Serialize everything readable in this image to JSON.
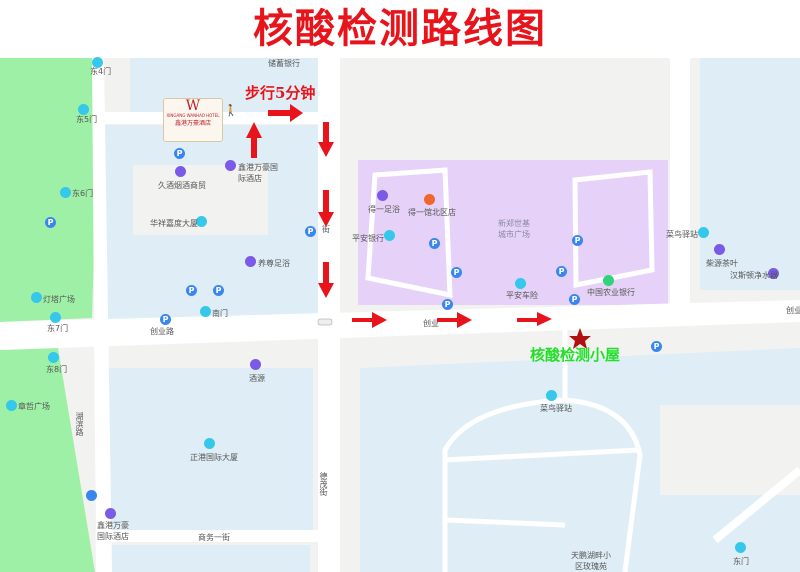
{
  "title": "核酸检测路线图",
  "walk_label": "步行5分钟",
  "destination_label": "核酸检测小屋",
  "hotel_card": {
    "logo": "W",
    "en": "XINGANG WANHAO HOTEL",
    "cn": "鑫港万豪酒店"
  },
  "colors": {
    "title": "#e8141b",
    "arrow": "#e8141b",
    "destination": "#22e02a",
    "star": "#b01010",
    "plaza": "#e6d2f8",
    "park": "#9ef0a6",
    "block": "#dfeef6"
  },
  "roads": {
    "chuangye": "创业路",
    "chuangye_mid": "创业",
    "chuangye_right": "创业",
    "hubin": "湖滨路",
    "demao": "德茂街",
    "demao_top": "街",
    "shangwu": "商务一街"
  },
  "pois": {
    "dong4men": "东4门",
    "dong5men": "东5门",
    "dong6men": "东6门",
    "dong7men": "东7门",
    "dong8men": "东8门",
    "top_bank": "储蓄银行",
    "hotel_xingang": "鑫港万豪国际酒店",
    "jiuyan": "久酒烟酒商贸",
    "huaxiang": "华祥嘉度大厦",
    "yangzun": "养尊足浴",
    "nanmen": "南门",
    "dengta": "灯塔广场",
    "zhangzhe": "章哲广场",
    "jiuyuan": "酒源",
    "zhenggang": "正港国际大厦",
    "hotel_xingang_bottom": "鑫港万豪国际酒店",
    "deyi_zuyu": "得一足浴",
    "deyi_guan": "得一馆北区店",
    "plaza": "新郑世基城市广场",
    "pingan_bank": "平安银行",
    "pingan_car": "平安车险",
    "abc_bank": "中国农业银行",
    "cainiao": "菜鸟驿站",
    "chaiyuan": "柴源茶叶",
    "hansi": "汉斯顿净水器",
    "cainiao_south": "菜鸟驿站",
    "tianpeng": "天鹏湖畔小区玫瑰苑",
    "dongmen": "东门"
  }
}
